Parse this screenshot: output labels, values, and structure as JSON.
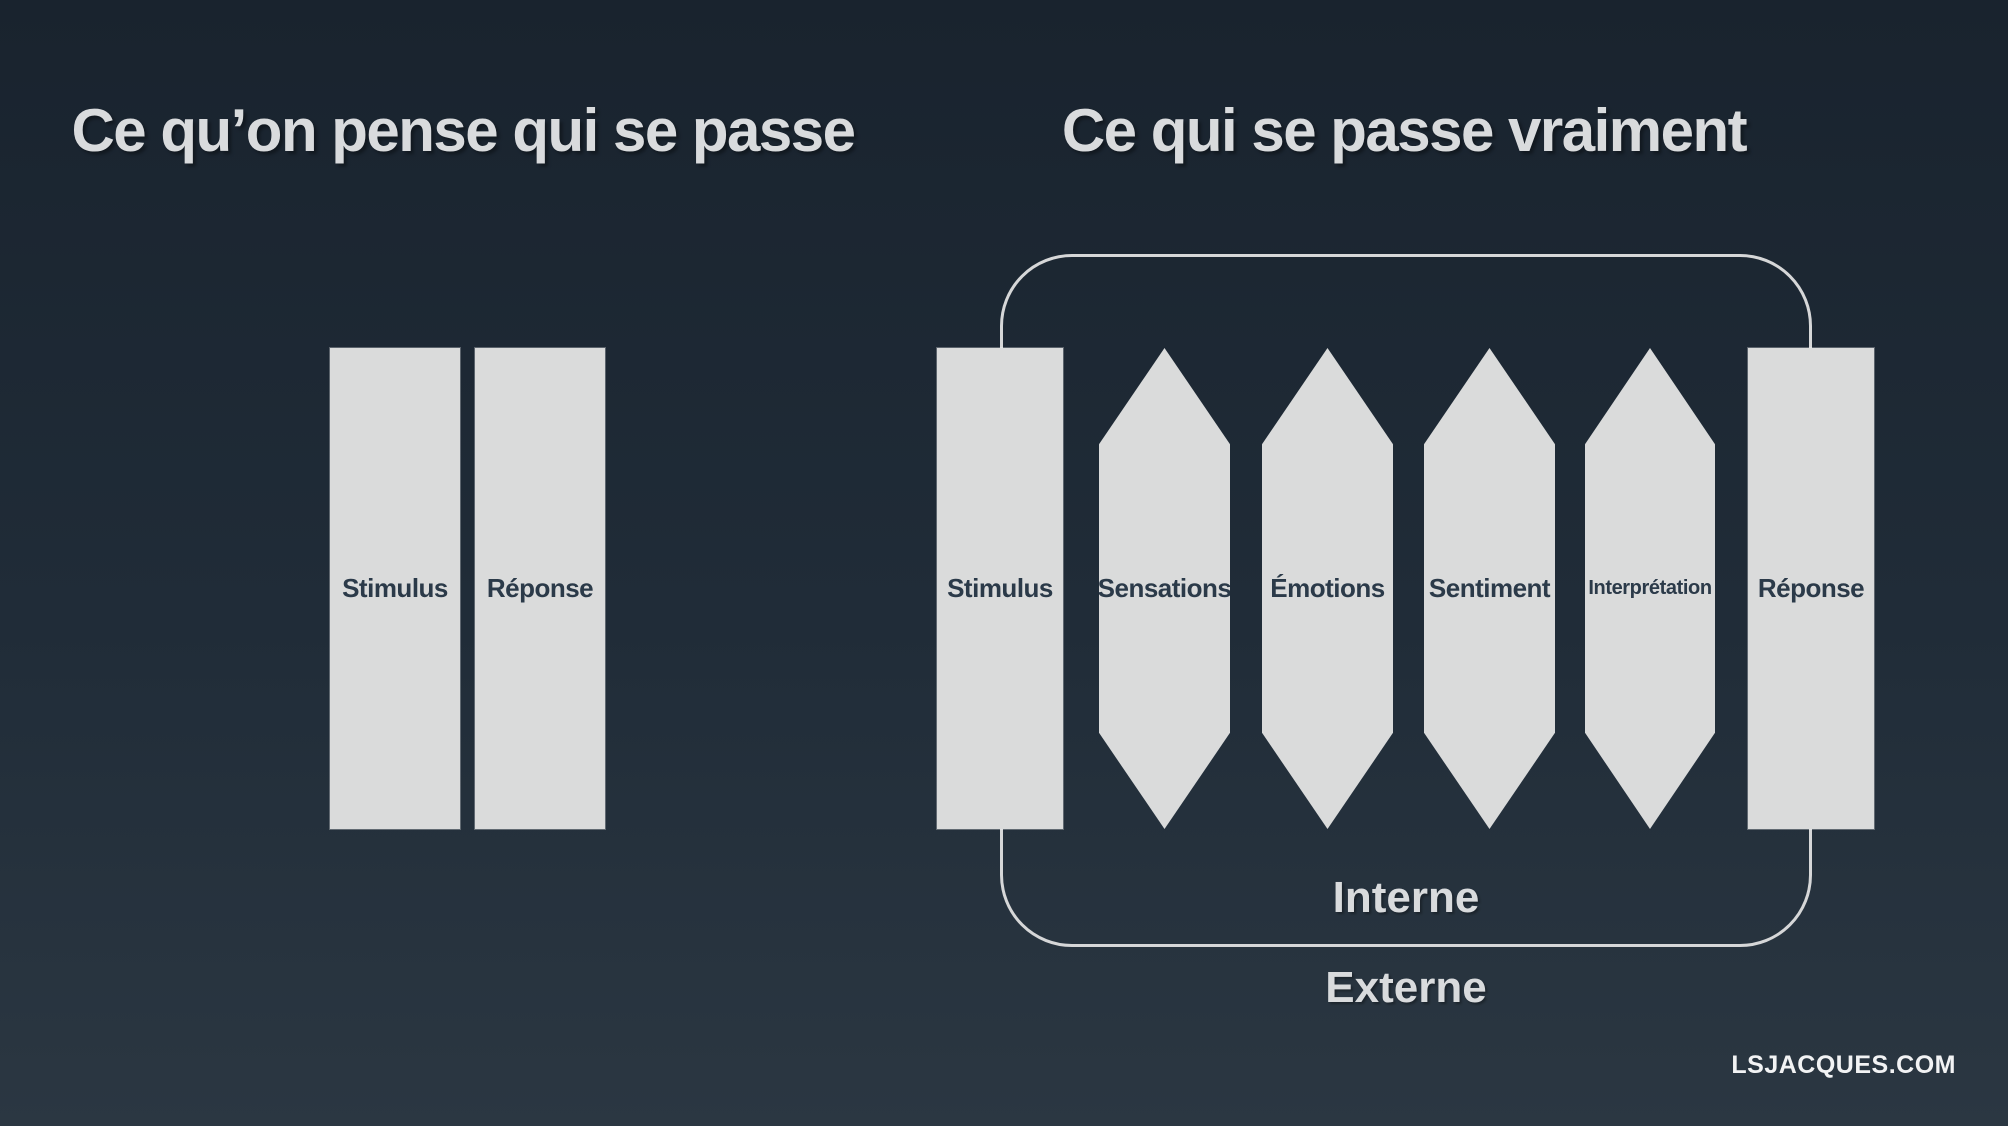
{
  "titles": {
    "left": "Ce qu’on pense qui se passe",
    "right": "Ce qui se passe vraiment"
  },
  "simple_model": {
    "stimulus_label": "Stimulus",
    "response_label": "Réponse"
  },
  "real_model": {
    "stimulus_label": "Stimulus",
    "steps": [
      {
        "label": "Sensations"
      },
      {
        "label": "Émotions"
      },
      {
        "label": "Sentiment"
      },
      {
        "label": "Interprétation"
      }
    ],
    "response_label": "Réponse",
    "zone_inside_label": "Interne",
    "zone_outside_label": "Externe"
  },
  "watermark": "LSJACQUES.COM",
  "colors": {
    "background_top": "#19232e",
    "background_bottom": "#2b3742",
    "shape_fill": "#dadbdb",
    "shape_text": "#2b3a49",
    "light_text": "#d9dbdd",
    "frame_border": "#d6d7d8",
    "watermark_text": "#f2f3f4"
  }
}
